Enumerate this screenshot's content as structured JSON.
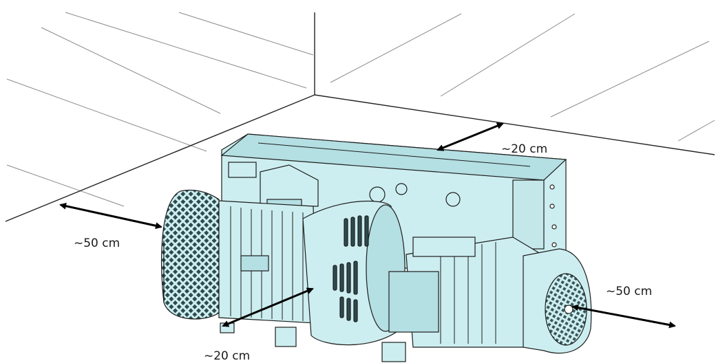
{
  "labels": {
    "rear_clearance": "~20 cm",
    "left_clearance": "~50 cm",
    "right_clearance": "~50 cm",
    "front_clearance": "~20 cm"
  },
  "colors": {
    "machine_fill": "#cdeef0",
    "machine_shade": "#b4dfe3",
    "line": "#1d1d1d",
    "room_line": "#222222",
    "hatch": "#8a8a8a"
  }
}
